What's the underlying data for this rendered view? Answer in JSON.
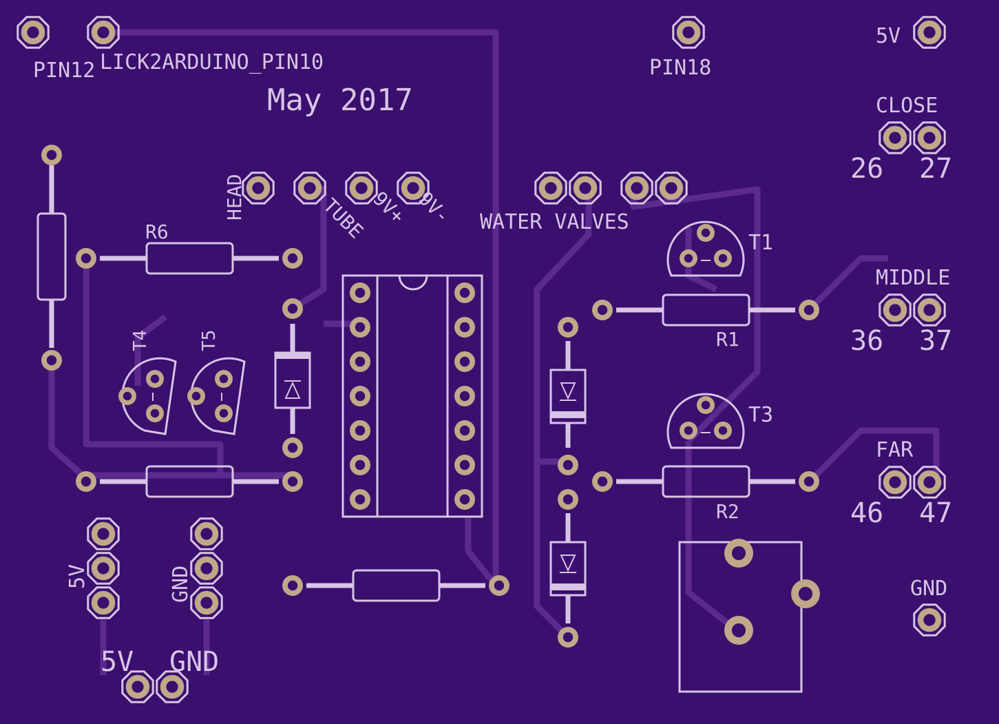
{
  "colors": {
    "board": "#3a0f6e",
    "trace": "#5c2a8e",
    "silk": "#d8c4e6",
    "pad": "#c0a888",
    "hole": "#3a0f6e"
  },
  "labels": {
    "pin12": "PIN12",
    "click": "LICK2ARDUINO_PIN10",
    "date": "May 2017",
    "pin18": "PIN18",
    "v5_top": "5V",
    "close": "CLOSE",
    "n26": "26",
    "n27": "27",
    "head": "HEAD",
    "tube": "TUBE",
    "v9plus": "9V+",
    "v9minus": "9V-",
    "water_valves": "WATER VALVES",
    "t1": "T1",
    "middle": "MIDDLE",
    "r6": "R6",
    "t4": "T4",
    "t5": "T5",
    "r1": "R1",
    "n36": "36",
    "n37": "37",
    "t3": "T3",
    "far": "FAR",
    "n46": "46",
    "n47": "47",
    "r2": "R2",
    "v5_left": "5V",
    "gnd_left": "GND",
    "gnd_right": "GND",
    "v5_bottom": "5V",
    "gnd_bottom": "GND"
  }
}
